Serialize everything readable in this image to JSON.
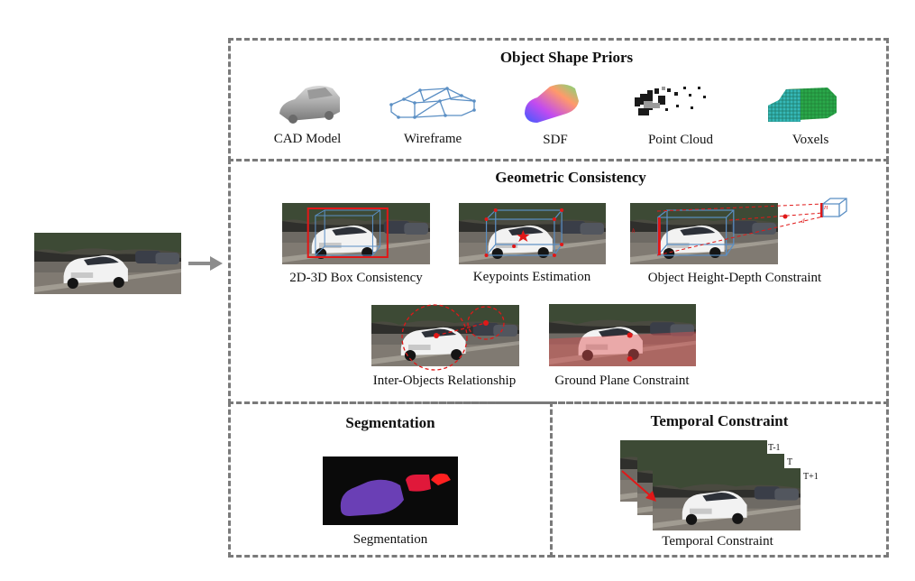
{
  "sections": {
    "shape_priors": {
      "title": "Object Shape Priors",
      "items": [
        {
          "label": "CAD Model",
          "icon": "cad-model-icon"
        },
        {
          "label": "Wireframe",
          "icon": "wireframe-icon"
        },
        {
          "label": "SDF",
          "icon": "sdf-icon"
        },
        {
          "label": "Point Cloud",
          "icon": "point-cloud-icon"
        },
        {
          "label": "Voxels",
          "icon": "voxels-icon"
        }
      ]
    },
    "geometric": {
      "title": "Geometric Consistency",
      "items": [
        {
          "label": "2D-3D Box Consistency"
        },
        {
          "label": "Keypoints Estimation"
        },
        {
          "label": "Object Height-Depth Constraint"
        },
        {
          "label": "Inter-Objects Relationship"
        },
        {
          "label": "Ground Plane Constraint"
        }
      ],
      "annotations": {
        "h": "h",
        "d": "d",
        "h_small": "H"
      }
    },
    "segmentation": {
      "title": "Segmentation",
      "label": "Segmentation"
    },
    "temporal": {
      "title": "Temporal Constraint",
      "label": "Temporal Constraint",
      "frames": [
        "T-1",
        "T",
        "T+1"
      ]
    }
  },
  "colors": {
    "dashed_border": "#7a7a7a",
    "annotation_red": "#e01818",
    "box_blue": "#5b8fc4",
    "arrow_gray": "#8c8c8c",
    "seg_purple": "#6a3fb5",
    "seg_red": "#e0183a",
    "voxel_green": "#2aa84a",
    "voxel_cyan": "#35b8b8"
  }
}
